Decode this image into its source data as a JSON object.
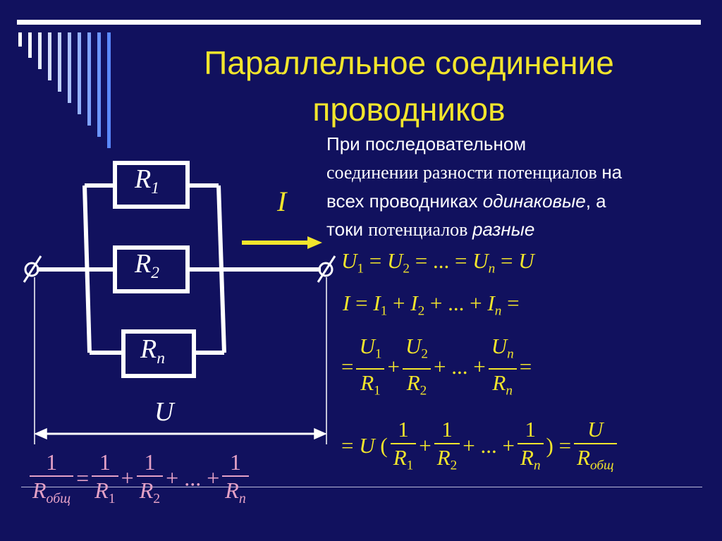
{
  "slide": {
    "title_line1": "Параллельное соединение",
    "title_line2": "проводников",
    "text": {
      "l1": "При последовательном",
      "l2a": "соединении разности потенциалов ",
      "l2b": "на",
      "l3a": "всех проводниках ",
      "l3b": "одинаковые",
      "l3c": ", а",
      "l4a": "токи ",
      "l4b": "потенциалов ",
      "l4c": "разные"
    },
    "circuit": {
      "r1": "R",
      "r1_sub": "1",
      "r2": "R",
      "r2_sub": "2",
      "rn": "R",
      "rn_sub": "n",
      "current": "I",
      "voltage": "U"
    }
  },
  "colors": {
    "background": "#11115e",
    "accent": "#f2e52c",
    "text": "#ffffff",
    "formula_pink": "#e4a1c6"
  }
}
